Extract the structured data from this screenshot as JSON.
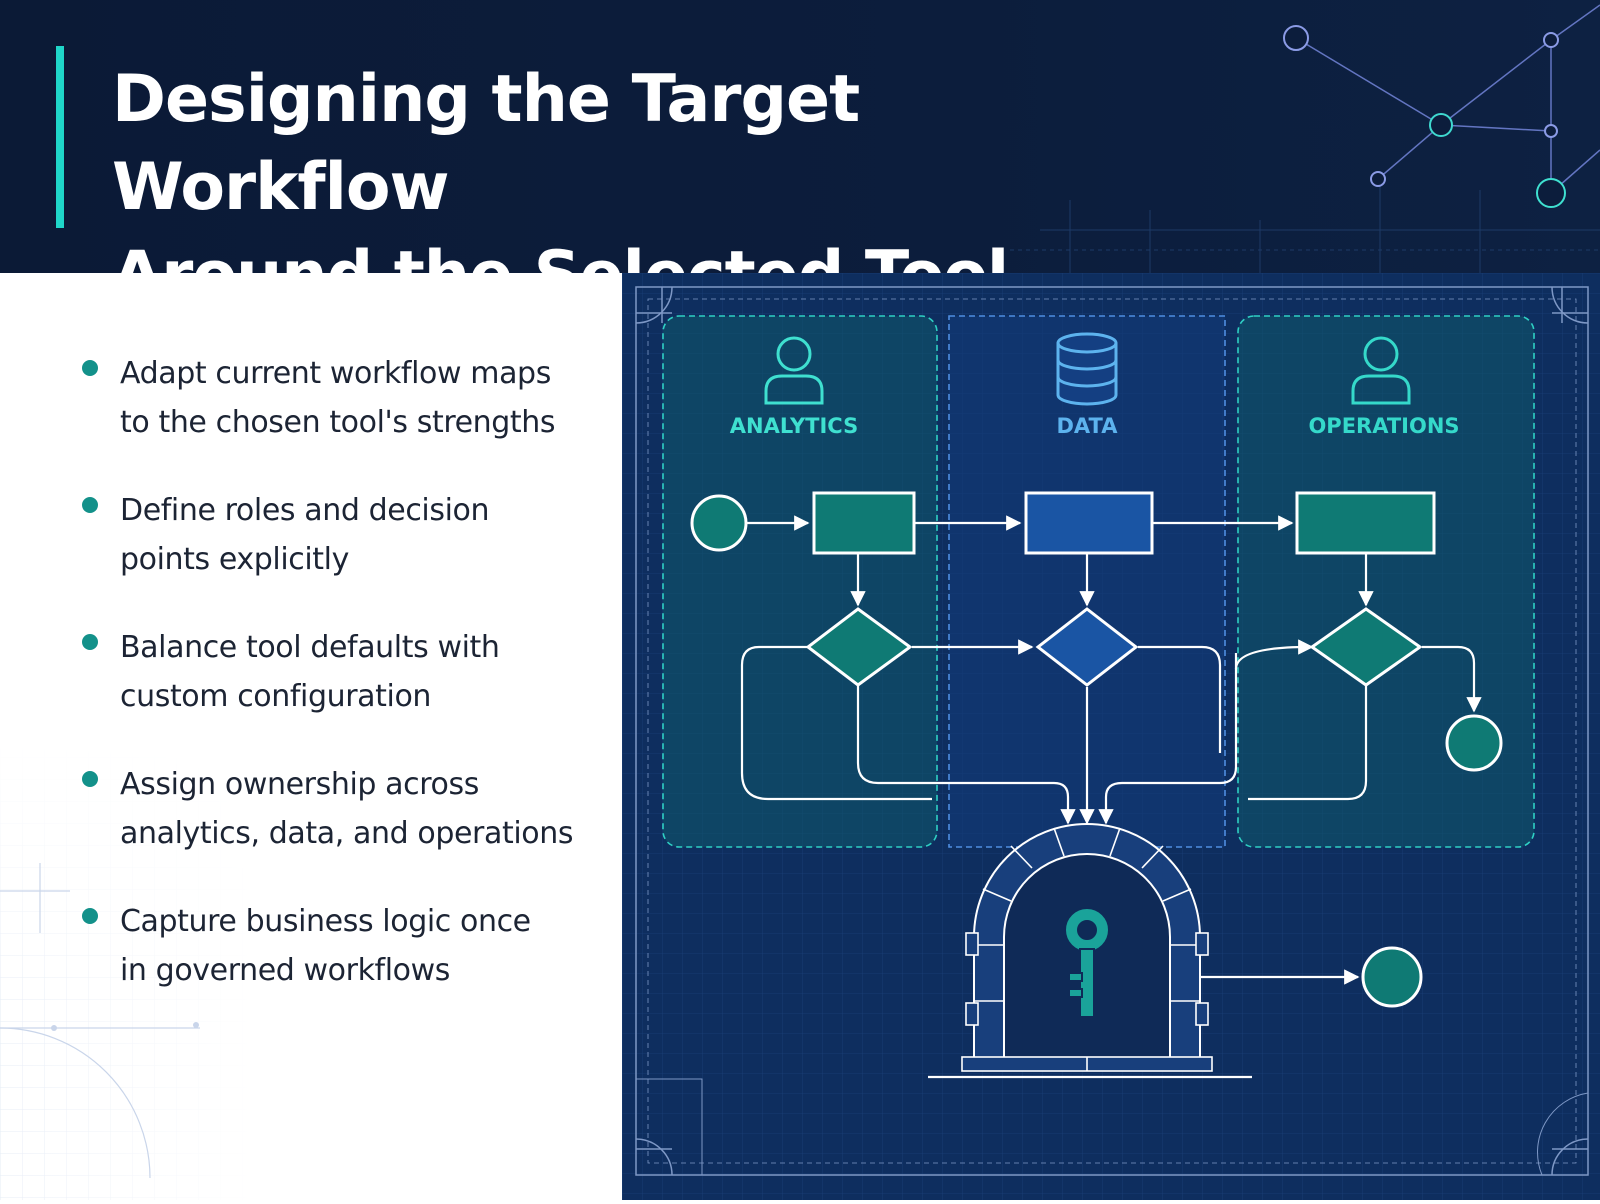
{
  "header": {
    "title_line1": "Designing the Target Workflow",
    "title_line2": "Around the Selected Tool"
  },
  "bullets": [
    {
      "line1": "Adapt current workflow maps",
      "line2": "to the chosen tool's strengths"
    },
    {
      "line1": "Define roles and decision",
      "line2": "points explicitly"
    },
    {
      "line1": "Balance tool defaults with",
      "line2": "custom configuration"
    },
    {
      "line1": "Assign ownership across",
      "line2": "analytics, data, and operations"
    },
    {
      "line1": "Capture business logic once",
      "line2": "in governed workflows"
    }
  ],
  "diagram": {
    "lanes": [
      {
        "label": "ANALYTICS",
        "icon": "user-icon"
      },
      {
        "label": "DATA",
        "icon": "database-icon"
      },
      {
        "label": "OPERATIONS",
        "icon": "user-icon"
      }
    ],
    "gateway_icon": "key-icon"
  },
  "colors": {
    "header_bg": "#0b1a36",
    "accent": "#1fd6c9",
    "bullet": "#13918a",
    "teal_node": "#0f7a74",
    "blue_node": "#1a55a4",
    "diagram_bg": "#0e2e5f",
    "analytics_label": "#3fe0d0",
    "data_label": "#5db3ee",
    "operations_label": "#35d9ca"
  }
}
